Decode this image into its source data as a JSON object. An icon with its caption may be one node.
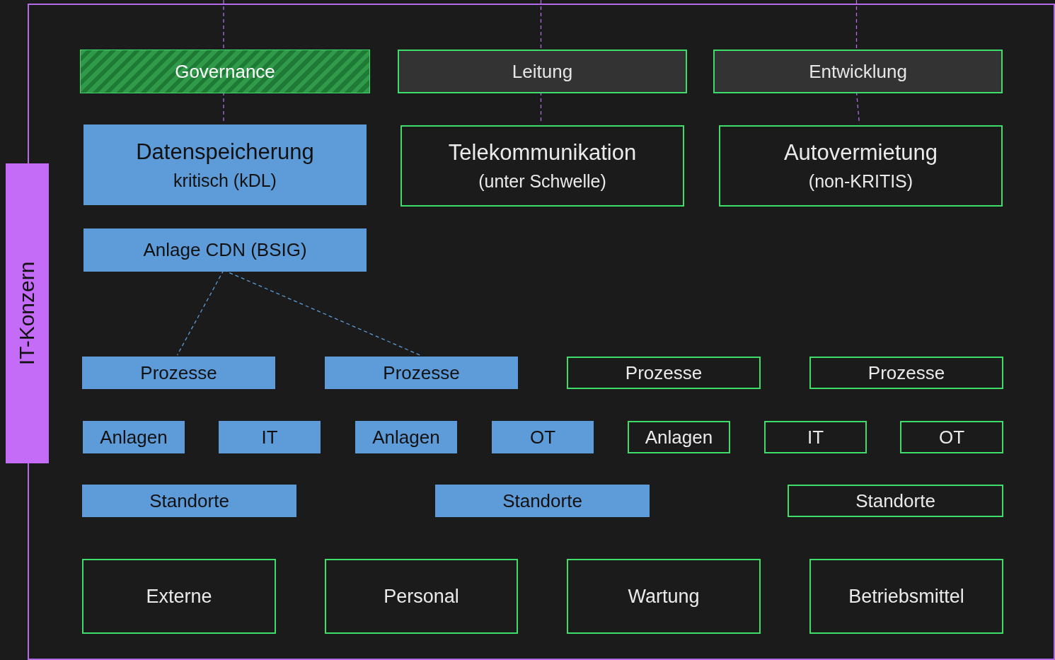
{
  "diagram": {
    "nodes": [
      {
        "text": [
          "IT-Konzern"
        ]
      },
      {
        "text": [
          "Governance"
        ],
        "in": 0
      },
      {
        "text": [
          "Leitung"
        ],
        "in": 0
      },
      {
        "text": [
          "Entwicklung"
        ],
        "in": 0
      },
      {
        "text": [
          "Datenspeicherung",
          "kritisch (kDL)"
        ],
        "in": 0
      },
      {
        "text": [
          "Telekommunikation",
          "(unter Schwelle)"
        ],
        "in": 0
      },
      {
        "text": [
          "Autovermietung",
          "(non-KRITIS)"
        ],
        "in": 0
      },
      {
        "text": [
          "Anlage CDN (BSIG)"
        ],
        "in": 0
      },
      {
        "text": [
          "Prozesse"
        ],
        "in": 0
      },
      {
        "text": [
          "Prozesse"
        ],
        "in": 0
      },
      {
        "text": [
          "Prozesse"
        ],
        "in": 0
      },
      {
        "text": [
          "Prozesse"
        ],
        "in": 0
      },
      {
        "text": [
          "Anlagen"
        ],
        "in": 0
      },
      {
        "text": [
          "IT"
        ],
        "in": 0
      },
      {
        "text": [
          "Anlagen"
        ],
        "in": 0
      },
      {
        "text": [
          "OT"
        ],
        "in": 0
      },
      {
        "text": [
          "Anlagen"
        ],
        "in": 0
      },
      {
        "text": [
          "IT"
        ],
        "in": 0
      },
      {
        "text": [
          "OT"
        ],
        "in": 0
      },
      {
        "text": [
          "Standorte"
        ],
        "in": 0
      },
      {
        "text": [
          "Standorte"
        ],
        "in": 0
      },
      {
        "text": [
          "Standorte"
        ],
        "in": 0
      },
      {
        "text": [
          "Externe"
        ],
        "in": 0
      },
      {
        "text": [
          "Personal"
        ],
        "in": 0
      },
      {
        "text": [
          "Wartung"
        ],
        "in": 0
      },
      {
        "text": [
          "Betriebsmittel"
        ],
        "in": 0
      }
    ],
    "edges": [
      {
        "from": null,
        "to": 1,
        "arrow": "none",
        "style": "dashed"
      },
      {
        "from": 1,
        "to": 4,
        "arrow": "none",
        "style": "dashed"
      },
      {
        "from": null,
        "to": 2,
        "arrow": "none",
        "style": "dashed"
      },
      {
        "from": 2,
        "to": 5,
        "arrow": "none",
        "style": "dashed"
      },
      {
        "from": null,
        "to": 3,
        "arrow": "none",
        "style": "dashed"
      },
      {
        "from": 3,
        "to": 6,
        "arrow": "none",
        "style": "dashed"
      },
      {
        "from": 7,
        "to": 8,
        "arrow": "none",
        "style": "dashed",
        "color": "#5b9bd5"
      },
      {
        "from": 7,
        "to": 9,
        "arrow": "none",
        "style": "dashed",
        "color": "#5b9bd5"
      }
    ]
  }
}
